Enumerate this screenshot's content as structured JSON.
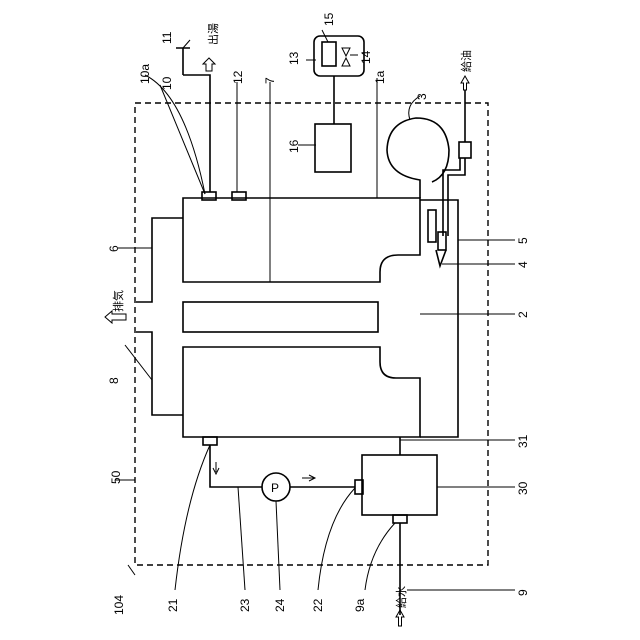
{
  "labels": {
    "n104": "104",
    "n50": "50",
    "n21": "21",
    "n23": "23",
    "n24": "24",
    "n22": "22",
    "n9a": "9a",
    "n9": "9",
    "n30": "30",
    "n31": "31",
    "n2": "2",
    "n4": "4",
    "n5": "5",
    "n3": "3",
    "n1a": "1a",
    "n7": "7",
    "n12": "12",
    "n10a": "10a",
    "n10": "10",
    "n11": "11",
    "n6": "6",
    "n8": "8",
    "n13": "13",
    "n14": "14",
    "n15": "15",
    "n16": "16"
  },
  "text": {
    "hot_water_out": "出湯",
    "exhaust": "排気",
    "fuel_supply": "給油",
    "water_supply": "給水",
    "pump": "P"
  }
}
